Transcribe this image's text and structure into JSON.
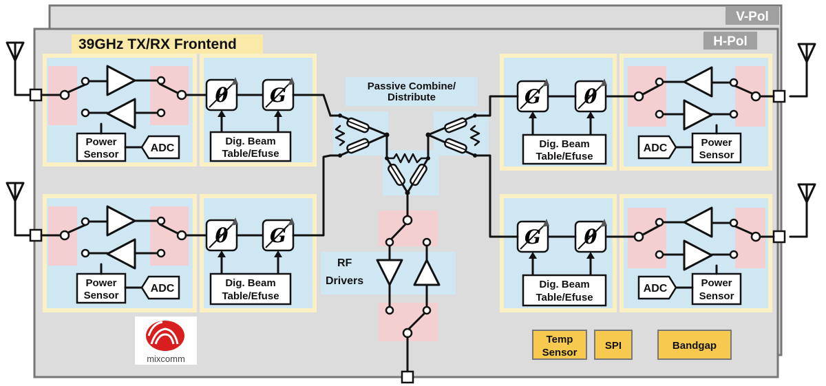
{
  "labels": {
    "v_pol": "V-Pol",
    "h_pol": "H-Pol",
    "title": "39GHz TX/RX Frontend",
    "passive_line1": "Passive Combine/",
    "passive_line2": "Distribute",
    "rf_drivers_line1": "RF",
    "rf_drivers_line2": "Drivers",
    "power_line1": "Power",
    "power_line2": "Sensor",
    "adc": "ADC",
    "dig_line1": "Dig. Beam",
    "dig_line2": "Table/Efuse",
    "phase_symbol": "θ",
    "gain_symbol": "G",
    "temp_line1": "Temp",
    "temp_line2": "Sensor",
    "spi": "SPI",
    "bandgap": "Bandgap",
    "logo_text": "mixcomm"
  },
  "colors": {
    "chip_fill": "#dcdcdc",
    "chip_border": "#777777",
    "yellow_block": "#fbefc4",
    "blue_region": "#cfe7f3",
    "pink_region": "#f3cfd1",
    "orange_chip": "#f7c94e",
    "label_bg": "#fbe9aa",
    "tab_bg": "#a0a0a0",
    "logo_red": "#d81e1e"
  }
}
